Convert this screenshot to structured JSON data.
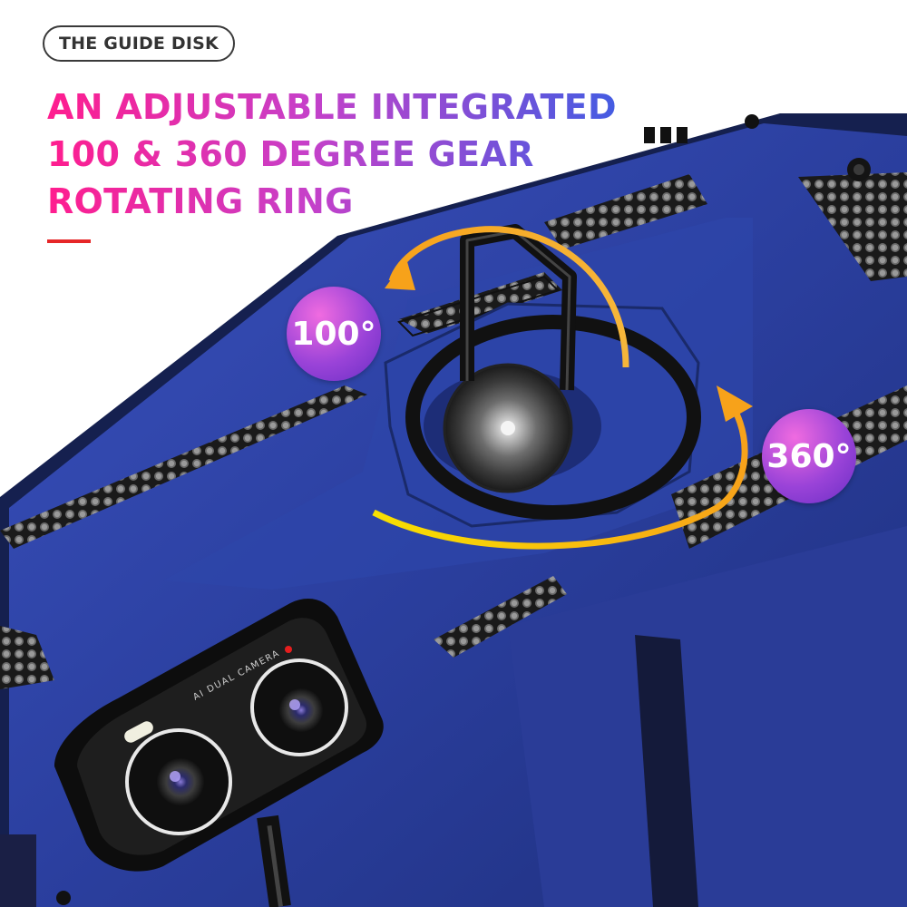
{
  "badge": {
    "label": "THE GUIDE DISK"
  },
  "headline": {
    "line1": "AN ADJUSTABLE INTEGRATED",
    "line2": "100 & 360 DEGREE GEAR",
    "line3": "ROTATING RING"
  },
  "callouts": {
    "angle_small": "100°",
    "angle_full": "360°"
  },
  "camera": {
    "label": "AI DUAL CAMERA"
  },
  "colors": {
    "case_blue": "#2a3f9e",
    "headline_gradient_start": "#ff1d8e",
    "headline_gradient_end": "#3f5de3",
    "accent_red": "#e62628",
    "arrow_orange": "#f5a623",
    "arrow_yellow": "#f8e000"
  }
}
